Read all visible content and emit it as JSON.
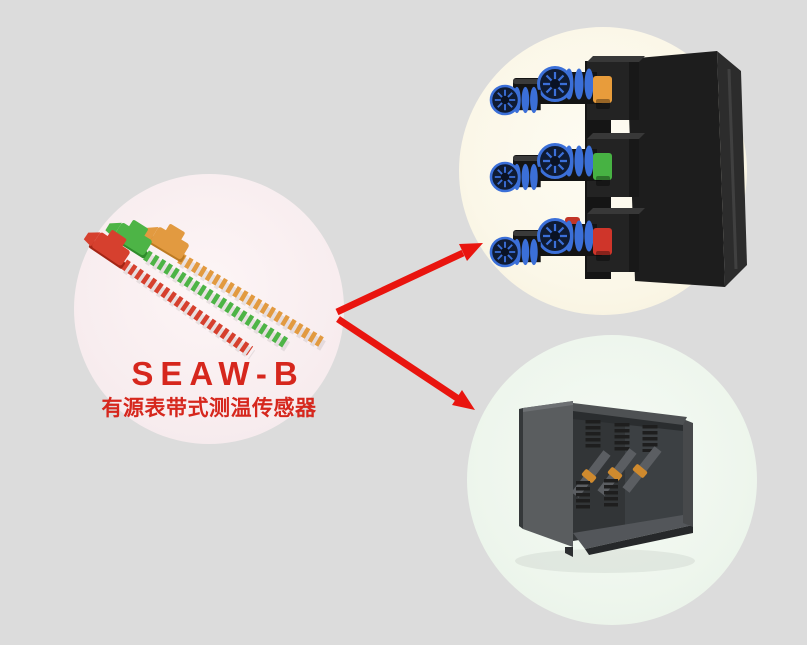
{
  "page": {
    "background_color": "#dcdcdc"
  },
  "sensor_bubble": {
    "name": "SEAW-B",
    "subtitle": "有源表带式测温传感器",
    "text_color": "#d6271d",
    "background_color": "#f8edef",
    "icon": "wristband-temperature-sensors-illustration",
    "strap_colors": {
      "red": "#d6402e",
      "green": "#4db446",
      "orange": "#e29a40"
    },
    "strap_dark_colors": {
      "red": "#a32616",
      "green": "#2f8c2c",
      "orange": "#bd7a22"
    }
  },
  "switchgear_bubble": {
    "background_color": "#fbf7e8",
    "icon": "switchgear-rear-bushings-illustration",
    "body_color": "#1d1d1d",
    "connector_ring_color": "#3b6fd8",
    "phase_band_colors": {
      "top": "#e89c3b",
      "middle": "#47b243",
      "bottom": "#cf352a"
    }
  },
  "busbar_bubble": {
    "background_color": "#eef6ed",
    "icon": "busbar-compartment-illustration",
    "enclosure_color": "#5a5d5f",
    "clamp_color": "#cf8a2e"
  },
  "arrows": {
    "color": "#e9150f"
  }
}
